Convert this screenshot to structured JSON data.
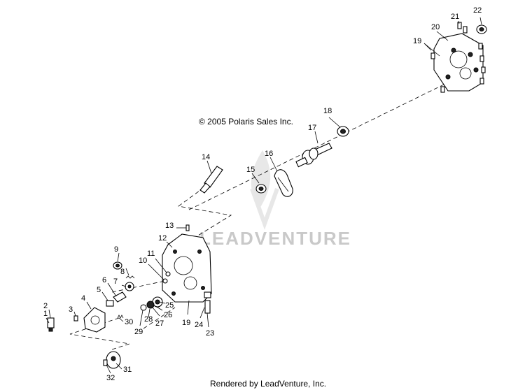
{
  "copyright": "© 2005 Polaris Sales Inc.",
  "footer": "Rendered by LeadVenture, Inc.",
  "watermark": "LEADVENTURE",
  "callouts": [
    "1",
    "2",
    "3",
    "4",
    "5",
    "6",
    "7",
    "8",
    "9",
    "10",
    "11",
    "12",
    "13",
    "14",
    "15",
    "16",
    "17",
    "18",
    "19",
    "20",
    "21",
    "22",
    "23",
    "24",
    "25",
    "26",
    "27",
    "28",
    "29",
    "30",
    "31",
    "32",
    "19"
  ]
}
